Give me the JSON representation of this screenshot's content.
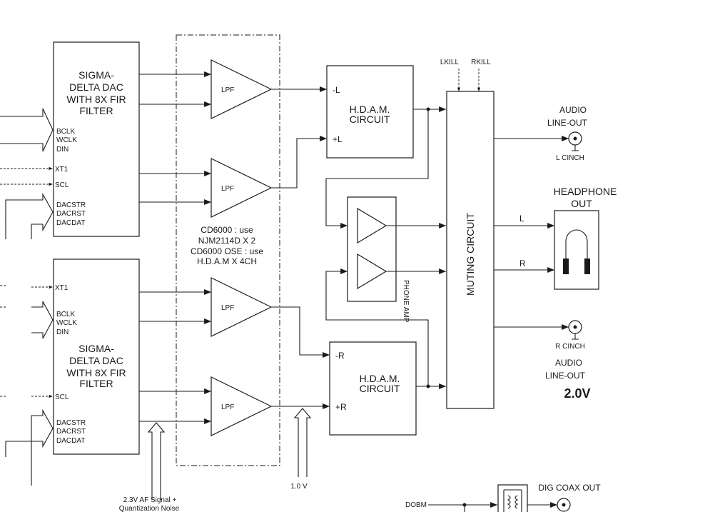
{
  "dac_top": {
    "line1": "SIGMA-",
    "line2": "DELTA DAC",
    "line3": "WITH 8X FIR",
    "line4": "FILTER",
    "pins": [
      "BCLK",
      "WCLK",
      "DIN",
      "XT1",
      "SCL",
      "DACSTR",
      "DACRST",
      "DACDAT"
    ]
  },
  "dac_bottom": {
    "line1": "SIGMA-",
    "line2": "DELTA DAC",
    "line3": "WITH 8X FIR",
    "line4": "FILTER",
    "pins": [
      "XT1",
      "BCLK",
      "WCLK",
      "DIN",
      "SCL",
      "DACSTR",
      "DACRST",
      "DACDAT"
    ]
  },
  "lpf_label": "LPF",
  "note": {
    "line1": "CD6000 : use",
    "line2": "NJM2114D X 2",
    "line3": "CD6000 OSE : use",
    "line4": "H.D.A.M X 4CH"
  },
  "hdam": {
    "line1": "H.D.A.M.",
    "line2": "CIRCUIT"
  },
  "hdam_top_inputs": [
    "-L",
    "+L"
  ],
  "hdam_bottom_inputs": [
    "-R",
    "+R"
  ],
  "phone_amp": "PHONE AMP",
  "muting": "MUTING CIRCUIT",
  "kill": [
    "LKILL",
    "RKILL"
  ],
  "audio_out_top": {
    "line1": "AUDIO",
    "line2": "LINE-OUT",
    "cinch": "L CINCH"
  },
  "headphone": {
    "line1": "HEADPHONE",
    "line2": "OUT",
    "l": "L",
    "r": "R"
  },
  "audio_out_bottom": {
    "cinch": "R CINCH",
    "line1": "AUDIO",
    "line2": "LINE-OUT",
    "level": "2.0V"
  },
  "signal_note": {
    "line1": "2.3V AF Signal +",
    "line2": "Quantization Noise"
  },
  "voltage": "1.0 V",
  "dig": {
    "label": "DIG COAX OUT",
    "input": "DOBM"
  }
}
